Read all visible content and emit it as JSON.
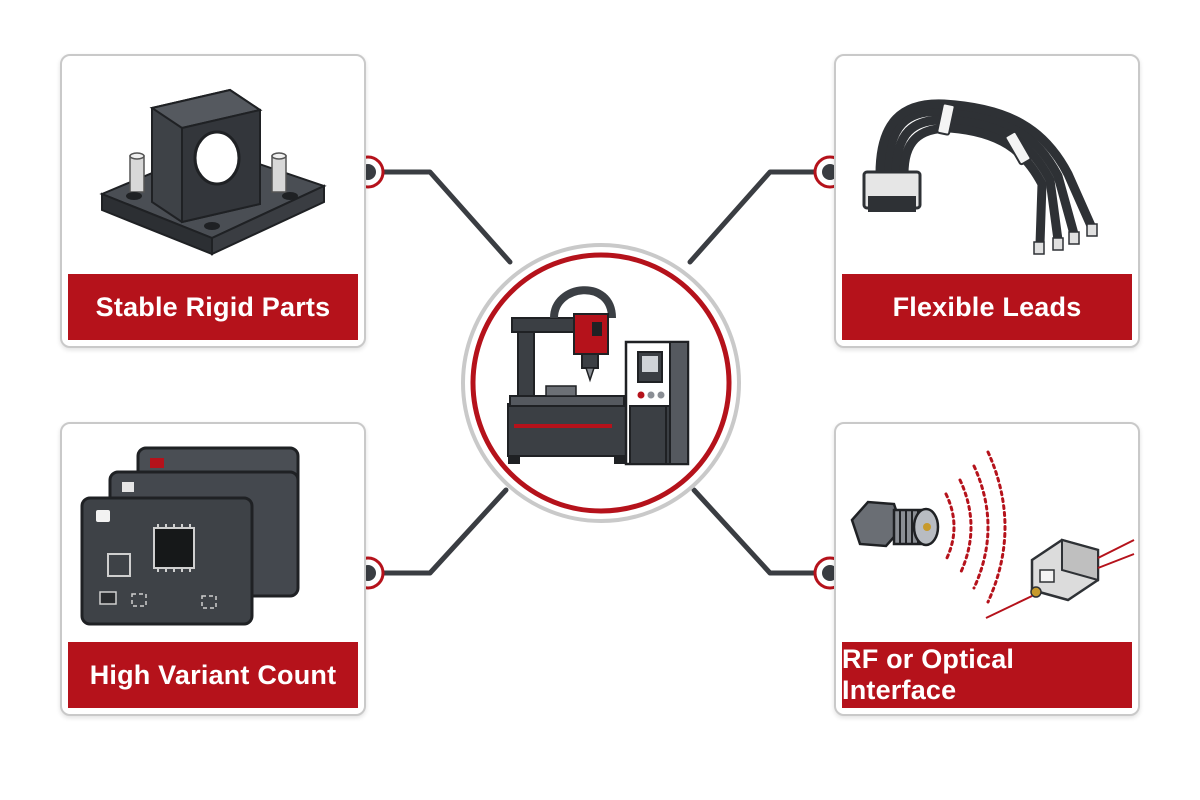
{
  "cards": {
    "top_left": {
      "label": "Stable Rigid Parts"
    },
    "top_right": {
      "label": "Flexible Leads"
    },
    "bottom_left": {
      "label": "High Variant Count"
    },
    "bottom_right": {
      "label": "RF or Optical Interface"
    }
  },
  "colors": {
    "accent_red": "#b5121b",
    "dark_gray": "#3b3f44",
    "connector_line": "#3a3d42",
    "card_border": "#c9c9c9"
  },
  "icons": {
    "center": "cnc-machine-icon",
    "top_left": "rigid-bracket-icon",
    "top_right": "flexible-cable-icon",
    "bottom_left": "circuit-boards-icon",
    "bottom_right": "rf-optical-connector-icon"
  }
}
